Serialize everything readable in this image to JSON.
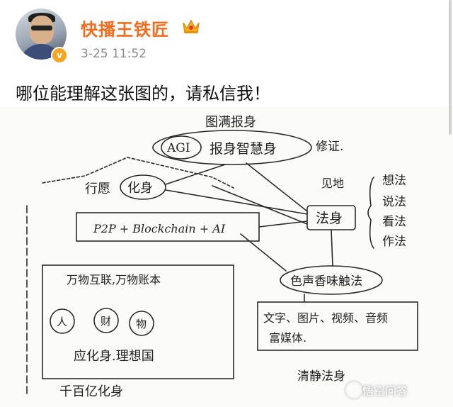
{
  "header": {
    "username": "快播王铁匠",
    "timestamp": "3-25 11:52",
    "verified_badge": "v",
    "vip_icon": "crown-icon"
  },
  "post": {
    "text": "哪位能理解这张图的，请私信我！"
  },
  "sketch": {
    "top_title": "图满报身",
    "agi_label": "AGI",
    "agi_node": "报身智慧身",
    "agi_note": "修证.",
    "practice_label": "行愿",
    "practice_node": "化身",
    "insight_label": "见地",
    "dharma_node": "法身",
    "methods": [
      "想法",
      "说法",
      "看法",
      "作法"
    ],
    "tech_node": "P2P + Blockchain + AI",
    "left_title": "万物互联,万物账本",
    "left_circles": [
      "人",
      "财",
      "物"
    ],
    "left_subtitle": "应化身.理想国",
    "left_bottom": "千百亿化身",
    "sense_node": "色声香味触法",
    "media_line1": "文字、图片、视频、音频",
    "media_line2": "富媒体.",
    "pure_label": "清静法身"
  },
  "watermark": {
    "text": "悟空问答",
    "icon": "wukong-logo-icon"
  }
}
